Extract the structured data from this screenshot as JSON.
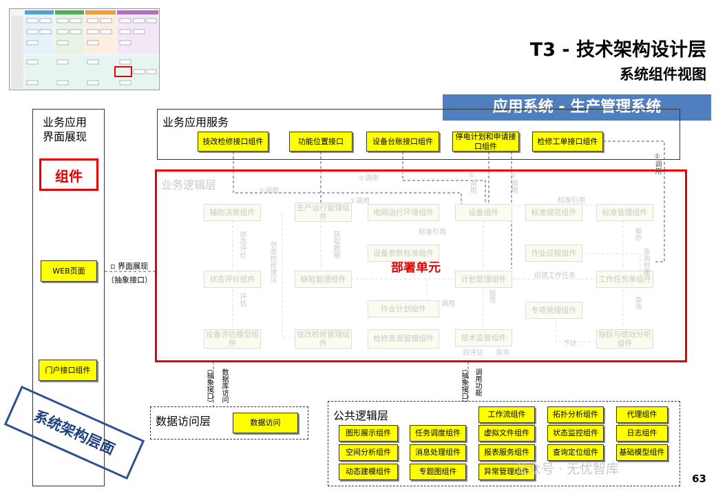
{
  "header": {
    "title": "T3 - 技术架构设计层",
    "subtitle": "系统组件视图",
    "banner": "应用系统 - 生产管理系统"
  },
  "left_panel": {
    "title_line1": "业务应用",
    "title_line2": "界面展现",
    "component_label": "组件",
    "web_page": "WEB页面",
    "portal": "门户接口组件"
  },
  "interface_note": {
    "line1": "界面展现",
    "line2": "（抽象接口）"
  },
  "service_layer": {
    "title": "业务应用服务",
    "boxes": [
      "技改检修接口组件",
      "功能位置接口",
      "设备台账接口组件",
      "停电计划和申请接口组件",
      "检修工单接口组件"
    ]
  },
  "logic_layer": {
    "title": "业务逻辑层",
    "highlight": "部署单元",
    "boxes": [
      "辅助决策组件",
      "生产运行管理组件",
      "电网运行环境组件",
      "设备组件",
      "标准规范组件",
      "标准管理组件",
      "设备参数标准组件",
      "作业过程组件",
      "状态评价组件",
      "缺陷管理组件",
      "计划管理组件",
      "工作任务单组件",
      "作业计划组件",
      "专项管理组件",
      "设备评估模型组件",
      "技改检修管理组件",
      "检修资源管理组件",
      "技术监督组件",
      "指标与绩效分析组件"
    ],
    "notes": [
      "①调用",
      "①调用",
      "①调用",
      "①调用",
      "①调用",
      "①调用",
      "标准引用",
      "标准引用",
      "状态评价",
      "获取数据",
      "状态检修建议",
      "创建工作任务",
      "评估",
      "调用",
      "下达",
      "催办",
      "查询",
      "后评估",
      "查询",
      "规范",
      "查询创建"
    ]
  },
  "data_access": {
    "title": "数据访问层",
    "box": "数据访问",
    "note1": "（抽象接口）",
    "note2": "数据库访问"
  },
  "common_logic": {
    "title": "公共逻辑层",
    "note1": "（抽象接口）",
    "note2": "调用功能",
    "boxes": [
      "工作流组件",
      "拓扑分析组件",
      "代理组件",
      "图形展示组件",
      "任务调度组件",
      "虚拟文件组件",
      "状态监控组件",
      "日志组件",
      "空间分析组件",
      "消息处理组件",
      "报表服务组件",
      "查询定位组件",
      "基础模型组件",
      "动态建模组件",
      "专题图组件",
      "异常管理组件"
    ]
  },
  "stamp": "系统架构层面",
  "watermark": "公众号 · 无忧智库",
  "page_number": "63"
}
